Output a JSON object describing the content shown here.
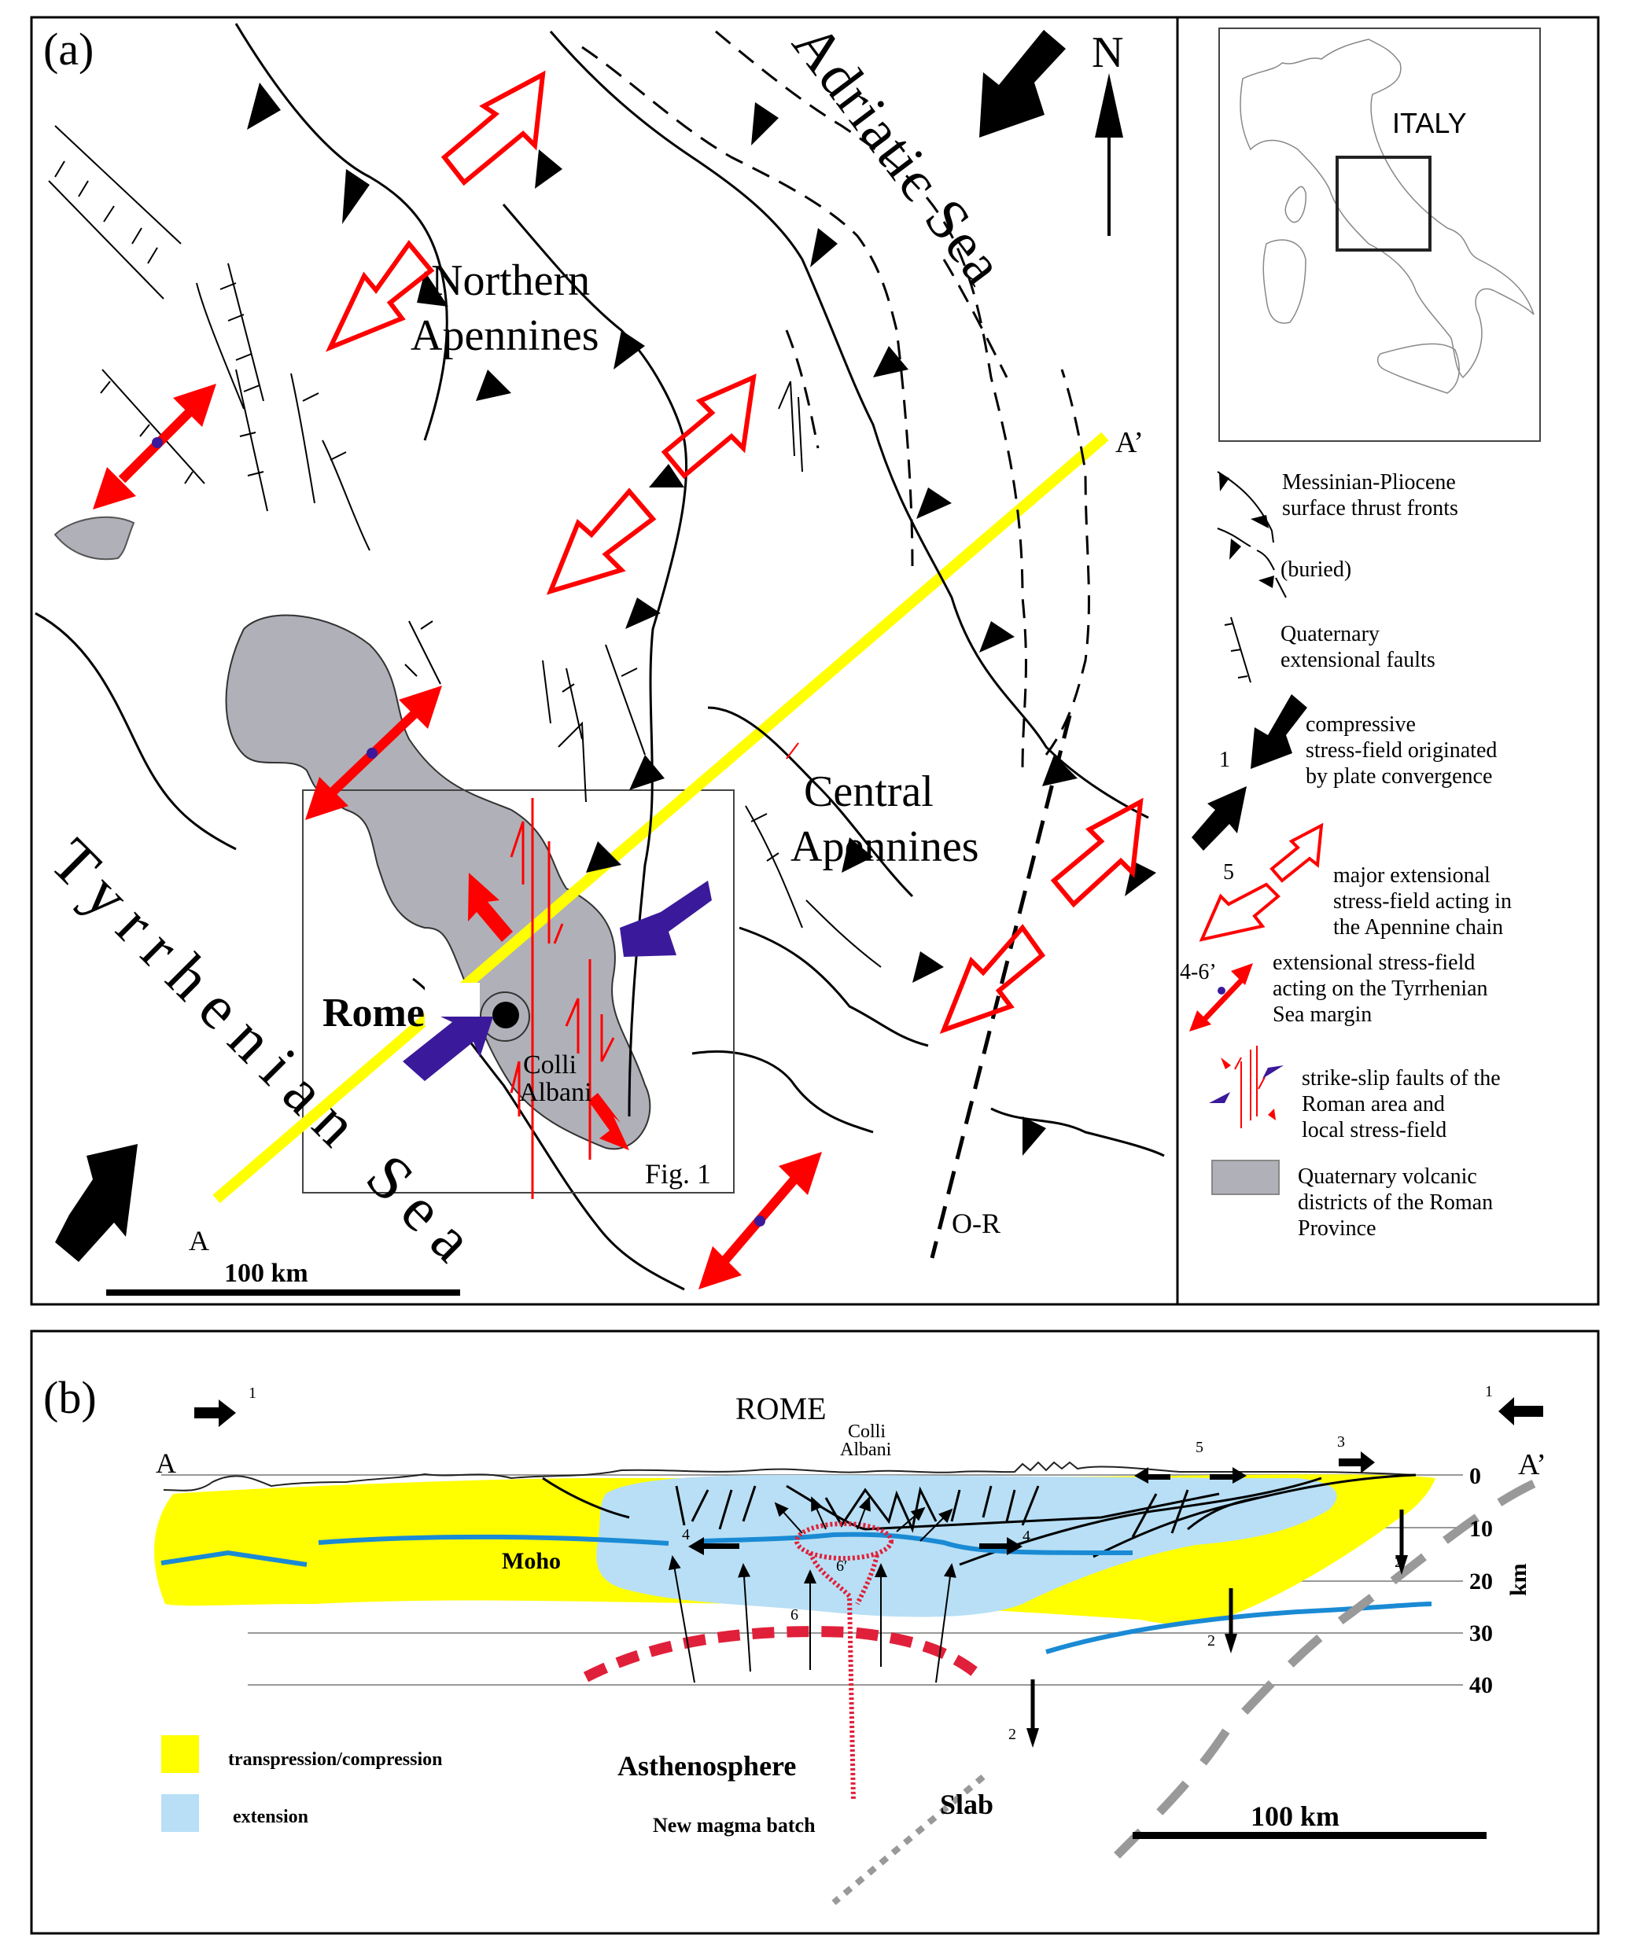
{
  "panel_a": {
    "label": "(a)",
    "north": "N",
    "labels": {
      "adriatic": "Adriatic Sea",
      "tyrrhenian": "Tyrrhenian Sea",
      "northern_1": "Northern",
      "northern_2": "Apennines",
      "central_1": "Central",
      "central_2": "Apennines",
      "rome": "Rome",
      "colli_1": "Colli",
      "colli_2": "Albani",
      "fig1": "Fig. 1",
      "section_start": "A",
      "section_end": "A’",
      "or_line": "O-R"
    },
    "scale_bar": "100 km",
    "inset": {
      "label": "ITALY"
    }
  },
  "legend_a": [
    {
      "key": "thrust",
      "symbol_number": "",
      "lines": [
        "Messinian-Pliocene",
        "surface thrust fronts"
      ]
    },
    {
      "key": "buried",
      "symbol_number": "",
      "lines": [
        "(buried)"
      ]
    },
    {
      "key": "extensional-faults",
      "symbol_number": "",
      "lines": [
        "Quaternary",
        "extensional faults"
      ]
    },
    {
      "key": "compressive",
      "symbol_number": "1",
      "lines": [
        "compressive",
        "stress-field originated",
        "by plate convergence"
      ]
    },
    {
      "key": "major-extensional",
      "symbol_number": "5",
      "lines": [
        "major extensional",
        "stress-field acting in",
        "the Apennine chain"
      ]
    },
    {
      "key": "tyrrhenian-extensional",
      "symbol_number": "4-6’",
      "lines": [
        "extensional stress-field",
        "acting on the Tyrrhenian",
        "Sea margin"
      ]
    },
    {
      "key": "strike-slip",
      "symbol_number": "",
      "lines": [
        "strike-slip faults of the",
        "Roman area and",
        "local stress-field"
      ]
    },
    {
      "key": "volcanic",
      "symbol_number": "",
      "lines": [
        "Quaternary volcanic",
        "districts of the Roman",
        "Province"
      ]
    }
  ],
  "panel_b": {
    "label": "(b)",
    "section_start": "A",
    "section_end": "A’",
    "rome": "ROME",
    "colli_1": "Colli",
    "colli_2": "Albani",
    "depth_axis": {
      "unit": "km",
      "ticks": [
        "0",
        "10",
        "20",
        "30",
        "40"
      ]
    },
    "labels": {
      "moho": "Moho",
      "asthenosphere": "Asthenosphere",
      "slab": "Slab",
      "magma": "New magma batch"
    },
    "arrow_numbers": {
      "n1": "1",
      "n2": "2",
      "n3": "3",
      "n4": "4",
      "n5": "5",
      "n6": "6",
      "n6p": "6′"
    },
    "scale_bar": "100 km",
    "legend": [
      {
        "key": "transpression",
        "label": "transpression/compression",
        "color": "#ffff00"
      },
      {
        "key": "extension",
        "label": "extension",
        "color": "#b8dff5"
      }
    ]
  },
  "colors": {
    "yellow_section": "#ffff00",
    "volcanic_gray": "#b0b0b8",
    "red": "#ff0000",
    "blue_arrow": "#3a1a9a",
    "moho_blue": "#1a8ad4",
    "asthenosphere_red": "#e0203a",
    "slab_gray": "#999999"
  }
}
